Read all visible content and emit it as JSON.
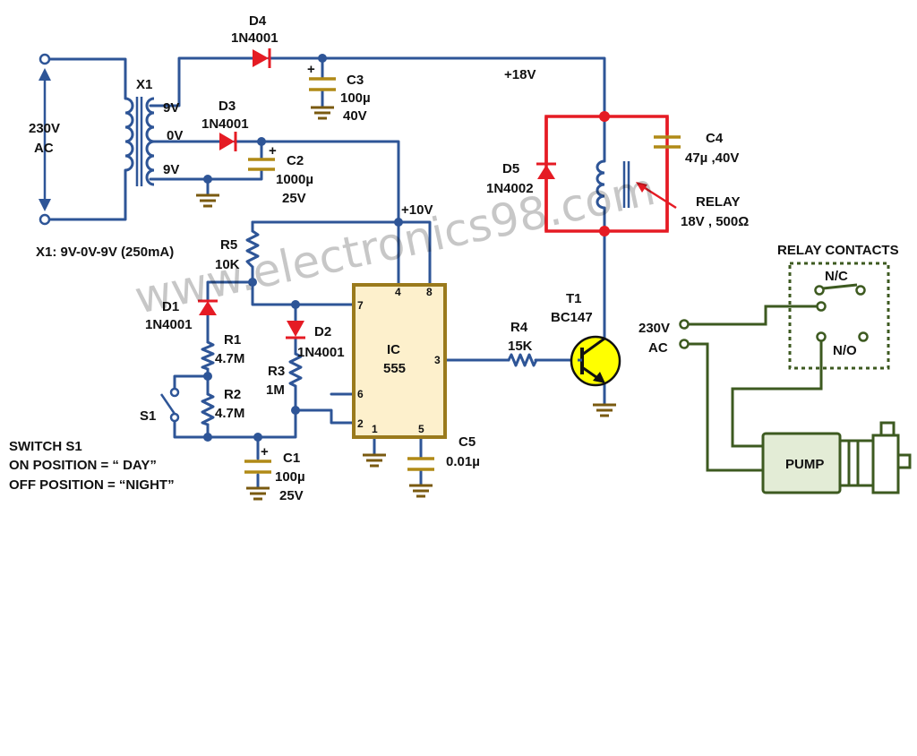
{
  "labels": {
    "d4": "D4",
    "d4_part": "1N4001",
    "d3": "D3",
    "d3_part": "1N4001",
    "d1": "D1",
    "d1_part": "1N4001",
    "d2": "D2",
    "d2_part": "1N4001",
    "d5": "D5",
    "d5_part": "1N4002",
    "c3": "C3",
    "c3_val": "100µ",
    "c3_volt": "40V",
    "c2": "C2",
    "c2_val": "1000µ",
    "c2_volt": "25V",
    "c1": "C1",
    "c1_val": "100µ",
    "c1_volt": "25V",
    "c4": "C4",
    "c4_val": "47µ ,40V",
    "c5": "C5",
    "c5_val": "0.01µ",
    "x1": "X1",
    "x1_desc": "X1: 9V-0V-9V (250mA)",
    "tap_9v_top": "9V",
    "tap_0v": "0V",
    "tap_9v_bot": "9V",
    "mains_in_v": "230V",
    "mains_in_ac": "AC",
    "plus18": "+18V",
    "plus10": "+10V",
    "r5": "R5",
    "r5_val": "10K",
    "r1": "R1",
    "r1_val": "4.7M",
    "r2": "R2",
    "r2_val": "4.7M",
    "r3": "R3",
    "r3_val": "1M",
    "r4": "R4",
    "r4_val": "15K",
    "s1": "S1",
    "ic": "IC",
    "ic_part": "555",
    "t1": "T1",
    "t1_part": "BC147",
    "relay": "RELAY",
    "relay_spec": "18V , 500Ω",
    "relay_contacts": "RELAY CONTACTS",
    "nc": "N/C",
    "no": "N/O",
    "mains_out_v": "230V",
    "mains_out_ac": "AC",
    "pump": "PUMP",
    "switch_title": "SWITCH S1",
    "switch_on": "ON POSITION = “ DAY”",
    "switch_off": "OFF POSITION = “NIGHT”",
    "pin4": "4",
    "pin8": "8",
    "pin7": "7",
    "pin6": "6",
    "pin2": "2",
    "pin1": "1",
    "pin5": "5",
    "pin3": "3",
    "plus_c3": "+",
    "plus_c2": "+",
    "plus_c1": "+",
    "watermark": "www.electronics98.com"
  },
  "colors": {
    "wire": "#2e5597",
    "relay_loop": "#e51b24",
    "mains": "#3d5a20",
    "ground": "#7a5a10",
    "capacitor": "#b08a17",
    "diode": "#e51b24",
    "ic_fill": "#fdf0cc",
    "ic_border": "#9a7a1c",
    "transistor": "#ffff00",
    "pump_fill": "#e3ecd6"
  }
}
